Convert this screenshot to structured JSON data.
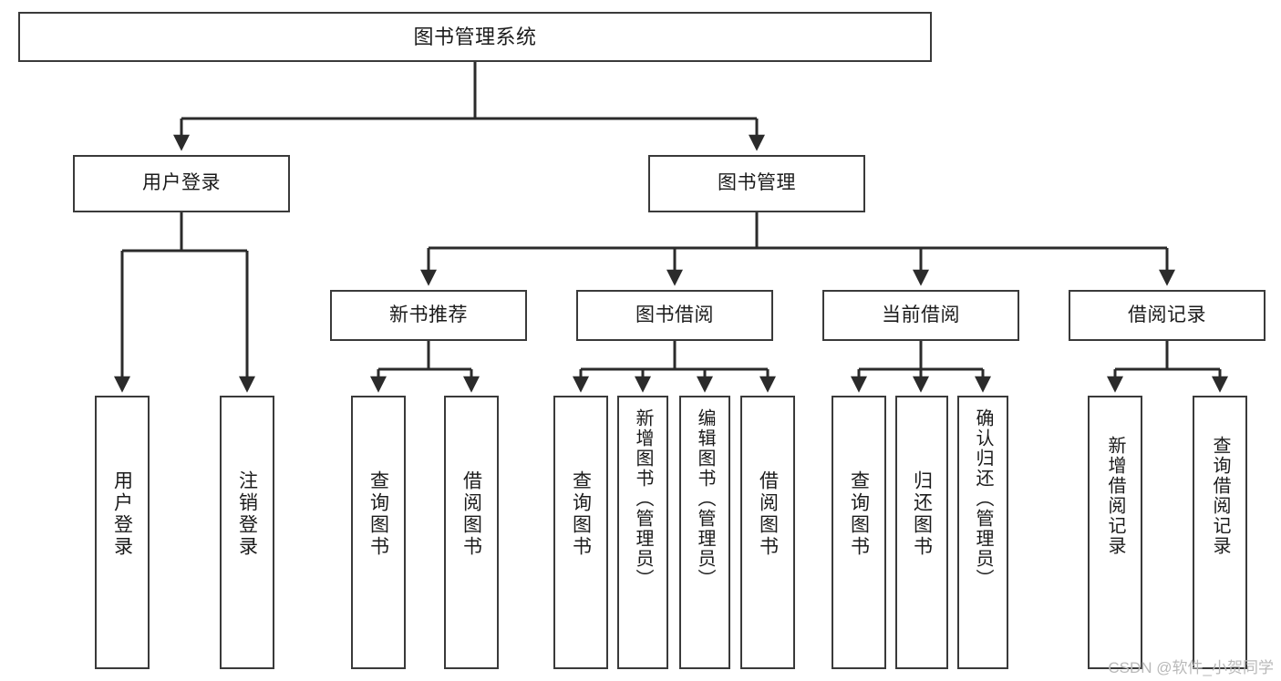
{
  "diagram": {
    "type": "tree",
    "title": "图书管理系统",
    "watermark": "CSDN @软件_小贺同学",
    "colors": {
      "background": "#ffffff",
      "node_border": "#3a3a3a",
      "node_fill": "#ffffff",
      "edge": "#2b2b2b",
      "text": "#1b1b1b",
      "watermark": "#b9b9b9"
    },
    "levels": [
      {
        "level": 1,
        "nodes": [
          {
            "id": "root",
            "label": "图书管理系统",
            "orientation": "horizontal"
          }
        ]
      },
      {
        "level": 2,
        "nodes": [
          {
            "id": "login",
            "label": "用户登录",
            "orientation": "horizontal",
            "parent": "root"
          },
          {
            "id": "bookmgmt",
            "label": "图书管理",
            "orientation": "horizontal",
            "parent": "root"
          }
        ]
      },
      {
        "level": 3,
        "nodes": [
          {
            "id": "newbook",
            "label": "新书推荐",
            "orientation": "horizontal",
            "parent": "bookmgmt"
          },
          {
            "id": "borrow",
            "label": "图书借阅",
            "orientation": "horizontal",
            "parent": "bookmgmt"
          },
          {
            "id": "current",
            "label": "当前借阅",
            "orientation": "horizontal",
            "parent": "bookmgmt"
          },
          {
            "id": "record",
            "label": "借阅记录",
            "orientation": "horizontal",
            "parent": "bookmgmt"
          }
        ]
      },
      {
        "level": 4,
        "nodes": [
          {
            "id": "leaf1",
            "label": "用户登录",
            "orientation": "vertical",
            "parent": "login"
          },
          {
            "id": "leaf2",
            "label": "注销登录",
            "orientation": "vertical",
            "parent": "login"
          },
          {
            "id": "leaf3",
            "label": "查询图书",
            "orientation": "vertical",
            "parent": "newbook"
          },
          {
            "id": "leaf4",
            "label": "借阅图书",
            "orientation": "vertical",
            "parent": "newbook"
          },
          {
            "id": "leaf5",
            "label": "查询图书",
            "orientation": "vertical",
            "parent": "borrow"
          },
          {
            "id": "leaf6",
            "label": "新增图书（管理员）",
            "orientation": "vertical",
            "parent": "borrow"
          },
          {
            "id": "leaf7",
            "label": "编辑图书（管理员）",
            "orientation": "vertical",
            "parent": "borrow"
          },
          {
            "id": "leaf8",
            "label": "借阅图书",
            "orientation": "vertical",
            "parent": "borrow"
          },
          {
            "id": "leaf9",
            "label": "查询图书",
            "orientation": "vertical",
            "parent": "current"
          },
          {
            "id": "leaf10",
            "label": "归还图书",
            "orientation": "vertical",
            "parent": "current"
          },
          {
            "id": "leaf11",
            "label": "确认归还（管理员）",
            "orientation": "vertical",
            "parent": "current"
          },
          {
            "id": "leaf12",
            "label": "新增借阅记录",
            "orientation": "vertical",
            "parent": "record"
          },
          {
            "id": "leaf13",
            "label": "查询借阅记录",
            "orientation": "vertical",
            "parent": "record"
          }
        ]
      }
    ]
  }
}
